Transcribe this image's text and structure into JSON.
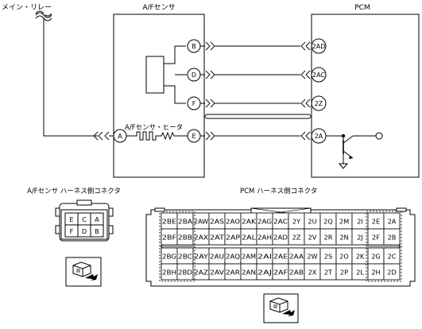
{
  "labels": {
    "main_relay": "メイン・リレー",
    "af_sensor": "A/Fセンサ",
    "pcm": "PCM",
    "heater": "A/Fセンサ・ヒータ",
    "af_connector_title": "A/Fセンサ ハーネス側コネクタ",
    "pcm_connector_title": "PCM ハーネス側コネクタ"
  },
  "af_terminals": [
    "A",
    "B",
    "C",
    "D",
    "E",
    "F"
  ],
  "pcm_terminals": [
    "2AD",
    "2AC",
    "2Z",
    "2A"
  ],
  "af_connector_grid": [
    [
      "E",
      "C",
      "A"
    ],
    [
      "F",
      "D",
      "B"
    ]
  ],
  "pcm_connector": {
    "row1": [
      "2BE",
      "2BA",
      "2AW",
      "2AS",
      "2AO",
      "2AK",
      "2AG",
      "2AC",
      "2Y",
      "2U",
      "2Q",
      "2M",
      "2I",
      "2E",
      "2A"
    ],
    "row2": [
      "2BF",
      "2BB",
      "2AX",
      "2AT",
      "2AP",
      "2AL",
      "2AH",
      "2AD",
      "2Z",
      "2V",
      "2R",
      "2N",
      "2J",
      "2F",
      "2B"
    ],
    "row3": [
      "2BG",
      "2BC",
      "2AY",
      "2AU",
      "2AQ",
      "2AM",
      "2AI",
      "2AE",
      "2AA",
      "2W",
      "2S",
      "2O",
      "2K",
      "2G",
      "2C"
    ],
    "row4": [
      "2BH",
      "2BD",
      "2AZ",
      "2AV",
      "2AR",
      "2AN",
      "2AJ",
      "2AF",
      "2AB",
      "2X",
      "2T",
      "2P",
      "2L",
      "2H",
      "2D"
    ]
  }
}
